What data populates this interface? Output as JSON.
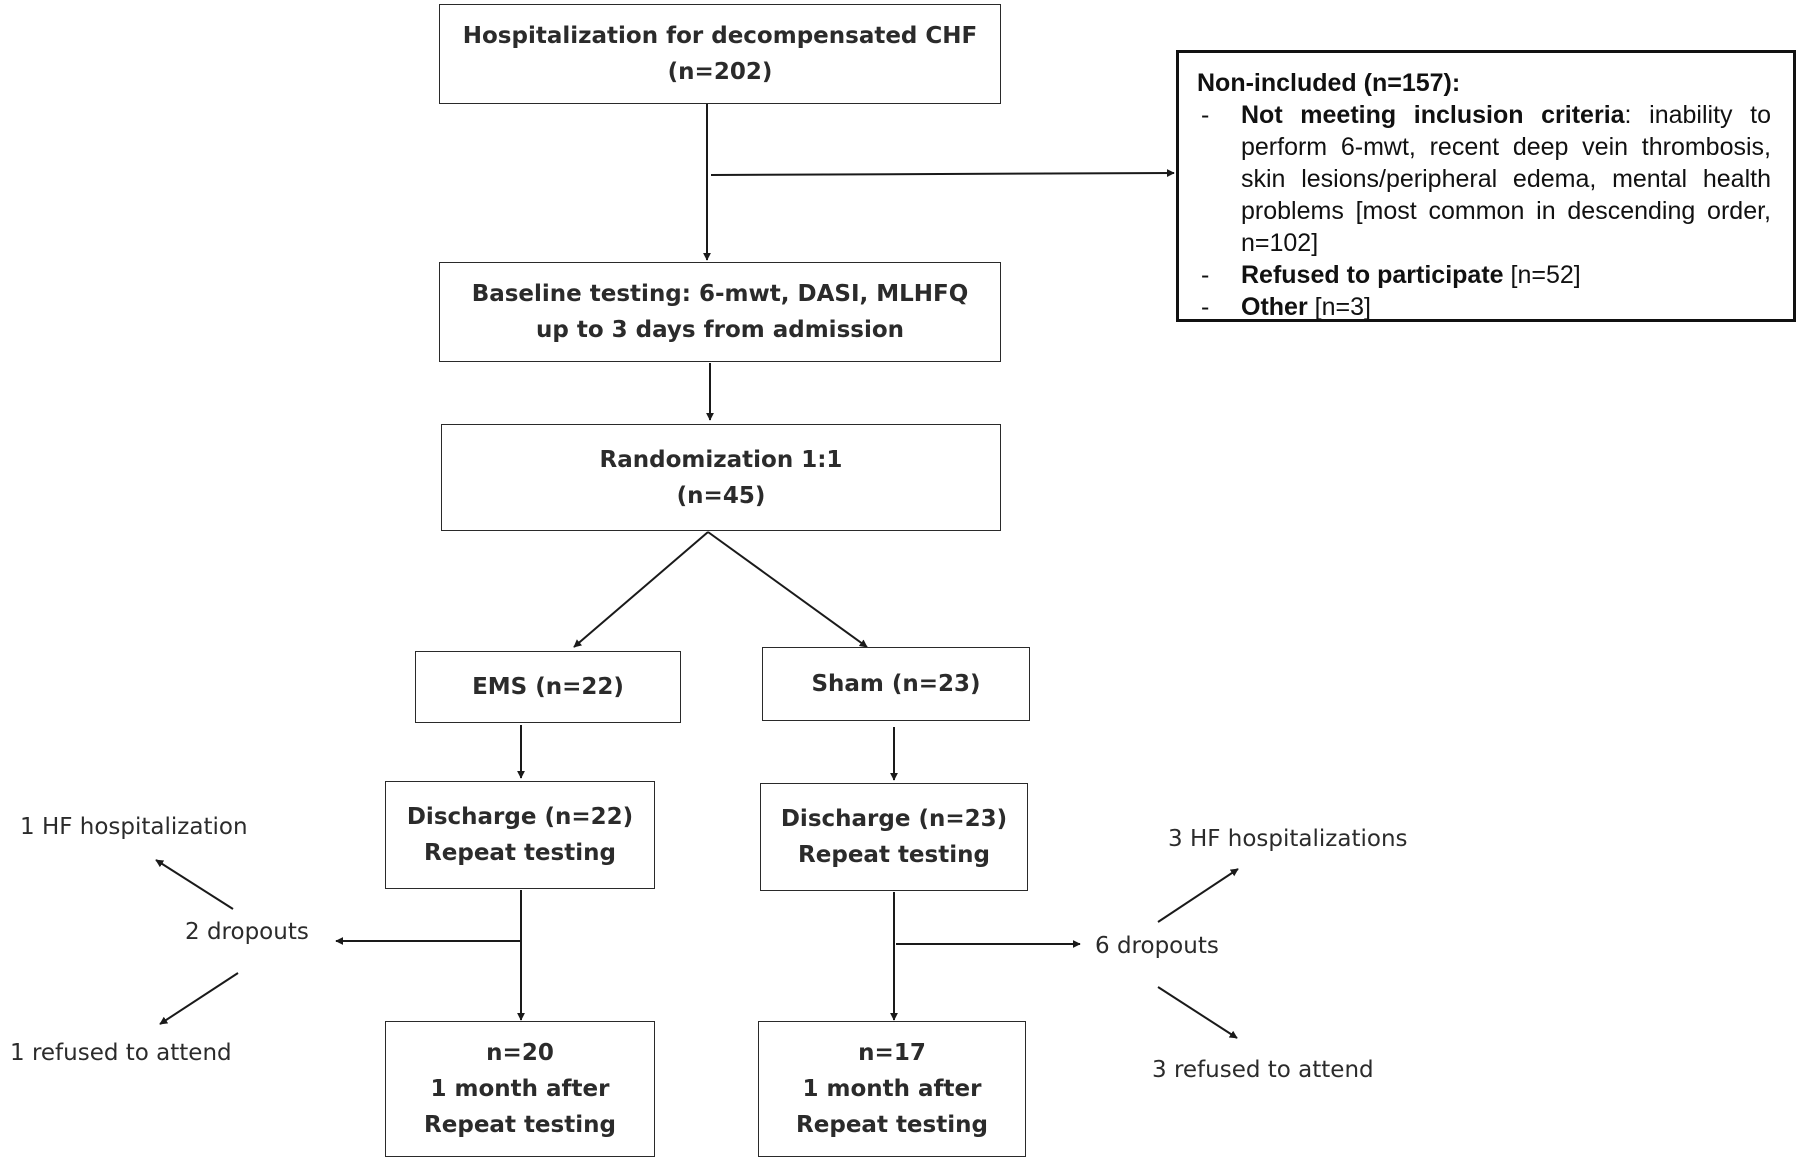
{
  "flow": {
    "hospitalization": {
      "line1": "Hospitalization  for  decompensated  CHF",
      "line2": "(n=202)"
    },
    "baseline": {
      "line1": "Baseline testing: 6-mwt, DASI, MLHFQ",
      "line2": "up to 3 days from admission"
    },
    "randomization": {
      "line1": "Randomization  1:1",
      "line2": "(n=45)"
    },
    "ems": {
      "label": "EMS  (n=22)"
    },
    "sham": {
      "label": "Sham  (n=23)"
    },
    "ems_discharge": {
      "line1": "Discharge  (n=22)",
      "line2": "Repeat testing"
    },
    "sham_discharge": {
      "line1": "Discharge  (n=23)",
      "line2": "Repeat testing"
    },
    "ems_final": {
      "line1": "n=20",
      "line2": "1 month after",
      "line3": "Repeat testing"
    },
    "sham_final": {
      "line1": "n=17",
      "line2": "1 month after",
      "line3": "Repeat testing"
    }
  },
  "exclusion": {
    "title": "Non-included (n=157):",
    "items": [
      {
        "bullet": "-",
        "bold": "Not meeting inclusion criteria",
        "text": ": inability to perform 6-mwt, recent deep vein thrombosis, skin lesions/peripheral edema, mental health problems [most common in descending order, n=102]"
      },
      {
        "bullet": "-",
        "bold": "Refused to participate",
        "text": " [n=52]"
      },
      {
        "bullet": "-",
        "bold": "Other",
        "text": " [n=3]"
      }
    ]
  },
  "dropouts": {
    "ems": {
      "total": "2 dropouts",
      "hospitalization": "1 HF hospitalization",
      "refused": "1 refused to attend"
    },
    "sham": {
      "total": "6 dropouts",
      "hospitalization": "3 HF hospitalizations",
      "refused": "3 refused to attend"
    }
  },
  "colors": {
    "line": "#1a1a1a",
    "box_border": "#2a2a2a",
    "text": "#2b2b2b"
  }
}
